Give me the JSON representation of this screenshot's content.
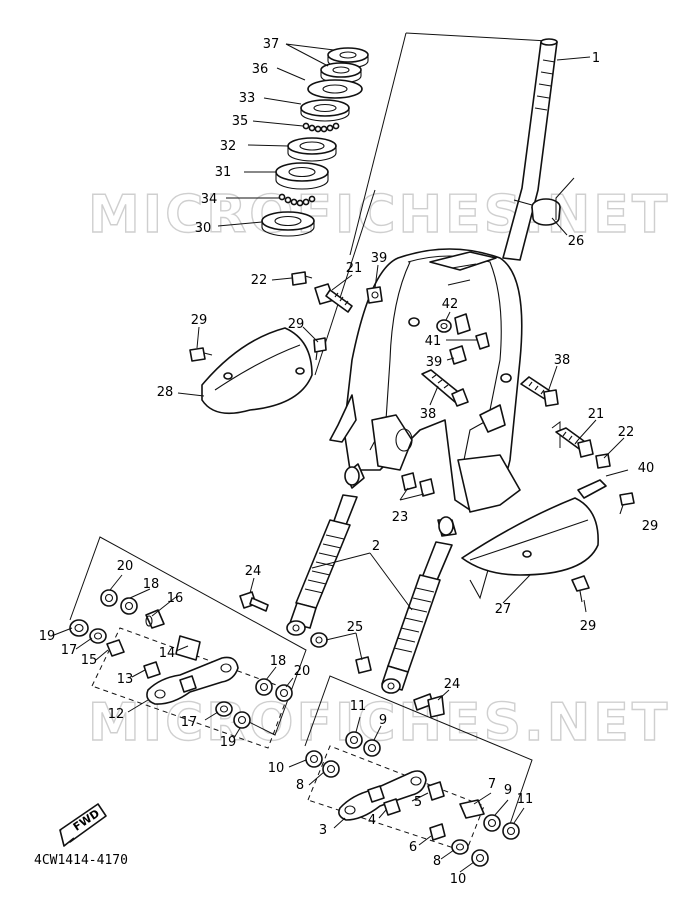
{
  "diagram": {
    "drawing_code": "4CW1414-4170",
    "direction_badge": "FWD",
    "watermark": "MICROFICHES.NET"
  },
  "callouts": [
    {
      "id": "c1",
      "text": "1"
    },
    {
      "id": "c2",
      "text": "2"
    },
    {
      "id": "c3",
      "text": "3"
    },
    {
      "id": "c4",
      "text": "4"
    },
    {
      "id": "c5",
      "text": "5"
    },
    {
      "id": "c6",
      "text": "6"
    },
    {
      "id": "c7",
      "text": "7"
    },
    {
      "id": "c8a",
      "text": "8"
    },
    {
      "id": "c8b",
      "text": "8"
    },
    {
      "id": "c9a",
      "text": "9"
    },
    {
      "id": "c9b",
      "text": "9"
    },
    {
      "id": "c10a",
      "text": "10"
    },
    {
      "id": "c10b",
      "text": "10"
    },
    {
      "id": "c11a",
      "text": "11"
    },
    {
      "id": "c11b",
      "text": "11"
    },
    {
      "id": "c12",
      "text": "12"
    },
    {
      "id": "c13",
      "text": "13"
    },
    {
      "id": "c14",
      "text": "14"
    },
    {
      "id": "c15",
      "text": "15"
    },
    {
      "id": "c16",
      "text": "16"
    },
    {
      "id": "c17a",
      "text": "17"
    },
    {
      "id": "c17b",
      "text": "17"
    },
    {
      "id": "c18a",
      "text": "18"
    },
    {
      "id": "c18b",
      "text": "18"
    },
    {
      "id": "c19a",
      "text": "19"
    },
    {
      "id": "c19b",
      "text": "19"
    },
    {
      "id": "c20a",
      "text": "20"
    },
    {
      "id": "c20b",
      "text": "20"
    },
    {
      "id": "c21a",
      "text": "21"
    },
    {
      "id": "c21b",
      "text": "21"
    },
    {
      "id": "c22a",
      "text": "22"
    },
    {
      "id": "c22b",
      "text": "22"
    },
    {
      "id": "c23",
      "text": "23"
    },
    {
      "id": "c24a",
      "text": "24"
    },
    {
      "id": "c24b",
      "text": "24"
    },
    {
      "id": "c25",
      "text": "25"
    },
    {
      "id": "c26",
      "text": "26"
    },
    {
      "id": "c27",
      "text": "27"
    },
    {
      "id": "c28",
      "text": "28"
    },
    {
      "id": "c29a",
      "text": "29"
    },
    {
      "id": "c29b",
      "text": "29"
    },
    {
      "id": "c29c",
      "text": "29"
    },
    {
      "id": "c29d",
      "text": "29"
    },
    {
      "id": "c30",
      "text": "30"
    },
    {
      "id": "c31",
      "text": "31"
    },
    {
      "id": "c32",
      "text": "32"
    },
    {
      "id": "c33",
      "text": "33"
    },
    {
      "id": "c34",
      "text": "34"
    },
    {
      "id": "c35",
      "text": "35"
    },
    {
      "id": "c36",
      "text": "36"
    },
    {
      "id": "c37",
      "text": "37"
    },
    {
      "id": "c38a",
      "text": "38"
    },
    {
      "id": "c38b",
      "text": "38"
    },
    {
      "id": "c39a",
      "text": "39"
    },
    {
      "id": "c39b",
      "text": "39"
    },
    {
      "id": "c40",
      "text": "40"
    },
    {
      "id": "c41",
      "text": "41"
    },
    {
      "id": "c42",
      "text": "42"
    }
  ]
}
